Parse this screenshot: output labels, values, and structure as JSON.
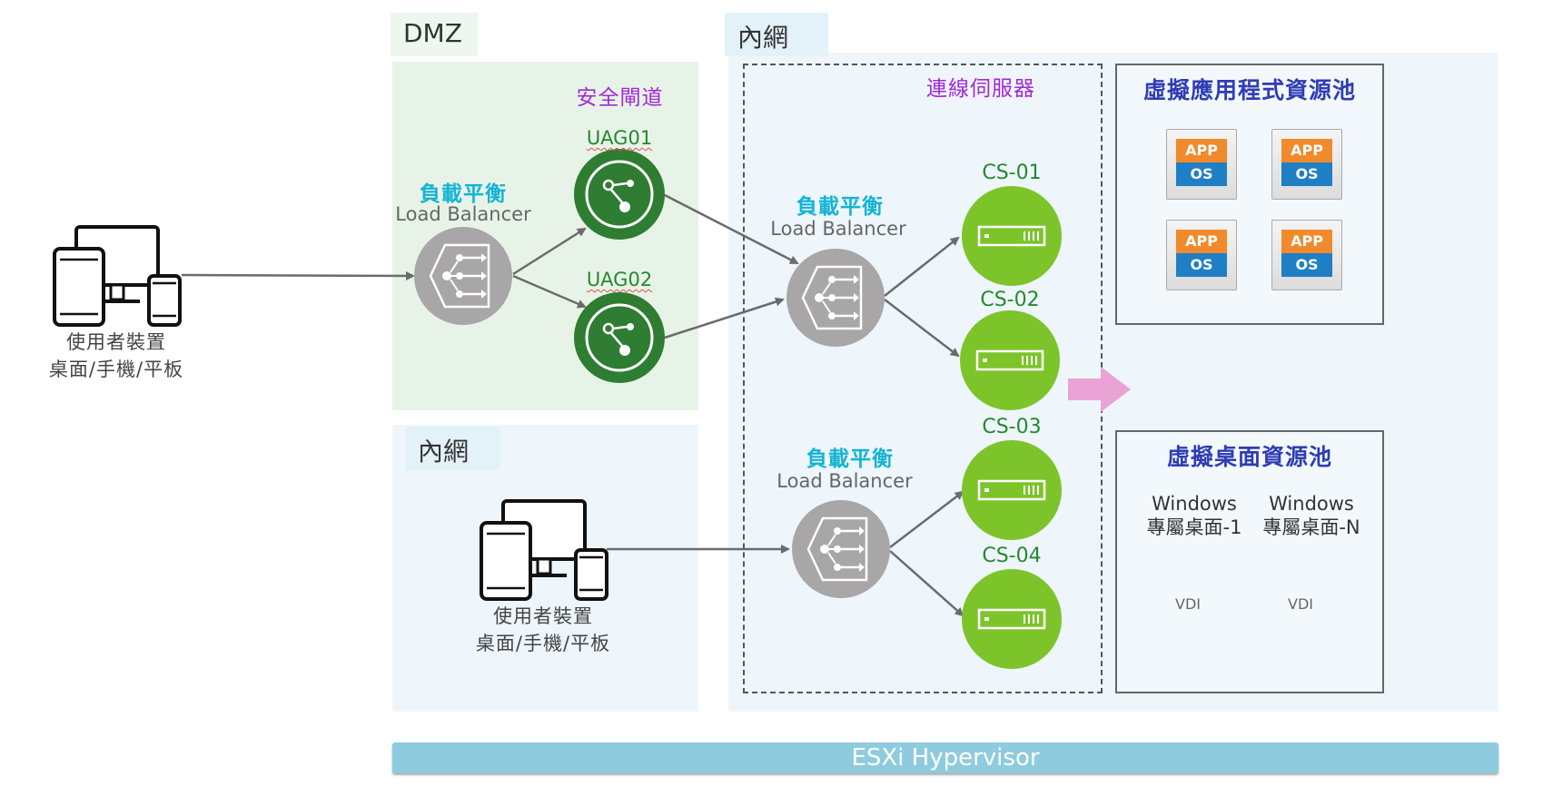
{
  "zones": {
    "dmz_label": "DMZ",
    "intranet_top_label": "內網",
    "intranet_bottom_label": "內網"
  },
  "dmz": {
    "gateway_title": "安全閘道",
    "lb_title_zh": "負載平衡",
    "lb_title_en": "Load Balancer",
    "uag1": "UAG01",
    "uag2": "UAG02"
  },
  "connection": {
    "title": "連線伺服器",
    "lb1_title_zh": "負載平衡",
    "lb1_title_en": "Load Balancer",
    "lb2_title_zh": "負載平衡",
    "lb2_title_en": "Load Balancer",
    "servers": [
      "CS-01",
      "CS-02",
      "CS-03",
      "CS-04"
    ]
  },
  "devices": {
    "external_line1": "使用者裝置",
    "external_line2": "桌面/手機/平板",
    "internal_line1": "使用者裝置",
    "internal_line2": "桌面/手機/平板"
  },
  "app_pool": {
    "title": "虛擬應用程式資源池",
    "tile_top": "APP",
    "tile_bottom": "OS"
  },
  "desktop_pool": {
    "title": "虛擬桌面資源池",
    "desktop1_line1": "Windows",
    "desktop1_line2": "專屬桌面-1",
    "desktop2_line1": "Windows",
    "desktop2_line2": "專屬桌面-N",
    "vdi_label": "VDI"
  },
  "hypervisor": {
    "label": "ESXi Hypervisor"
  },
  "colors": {
    "dmz_bg": "#e8f3e8",
    "intranet_bg": "#eef6fb",
    "uag_green": "#2e7d32",
    "cs_green": "#7dc42b",
    "lb_gray": "#a9a6a8",
    "title_cyan": "#13b3d6",
    "title_purple": "#a429d6",
    "pool_title_blue": "#2e3db5",
    "arrow_pink": "#e9a3d4",
    "esxi_bar": "#8fcbde"
  }
}
